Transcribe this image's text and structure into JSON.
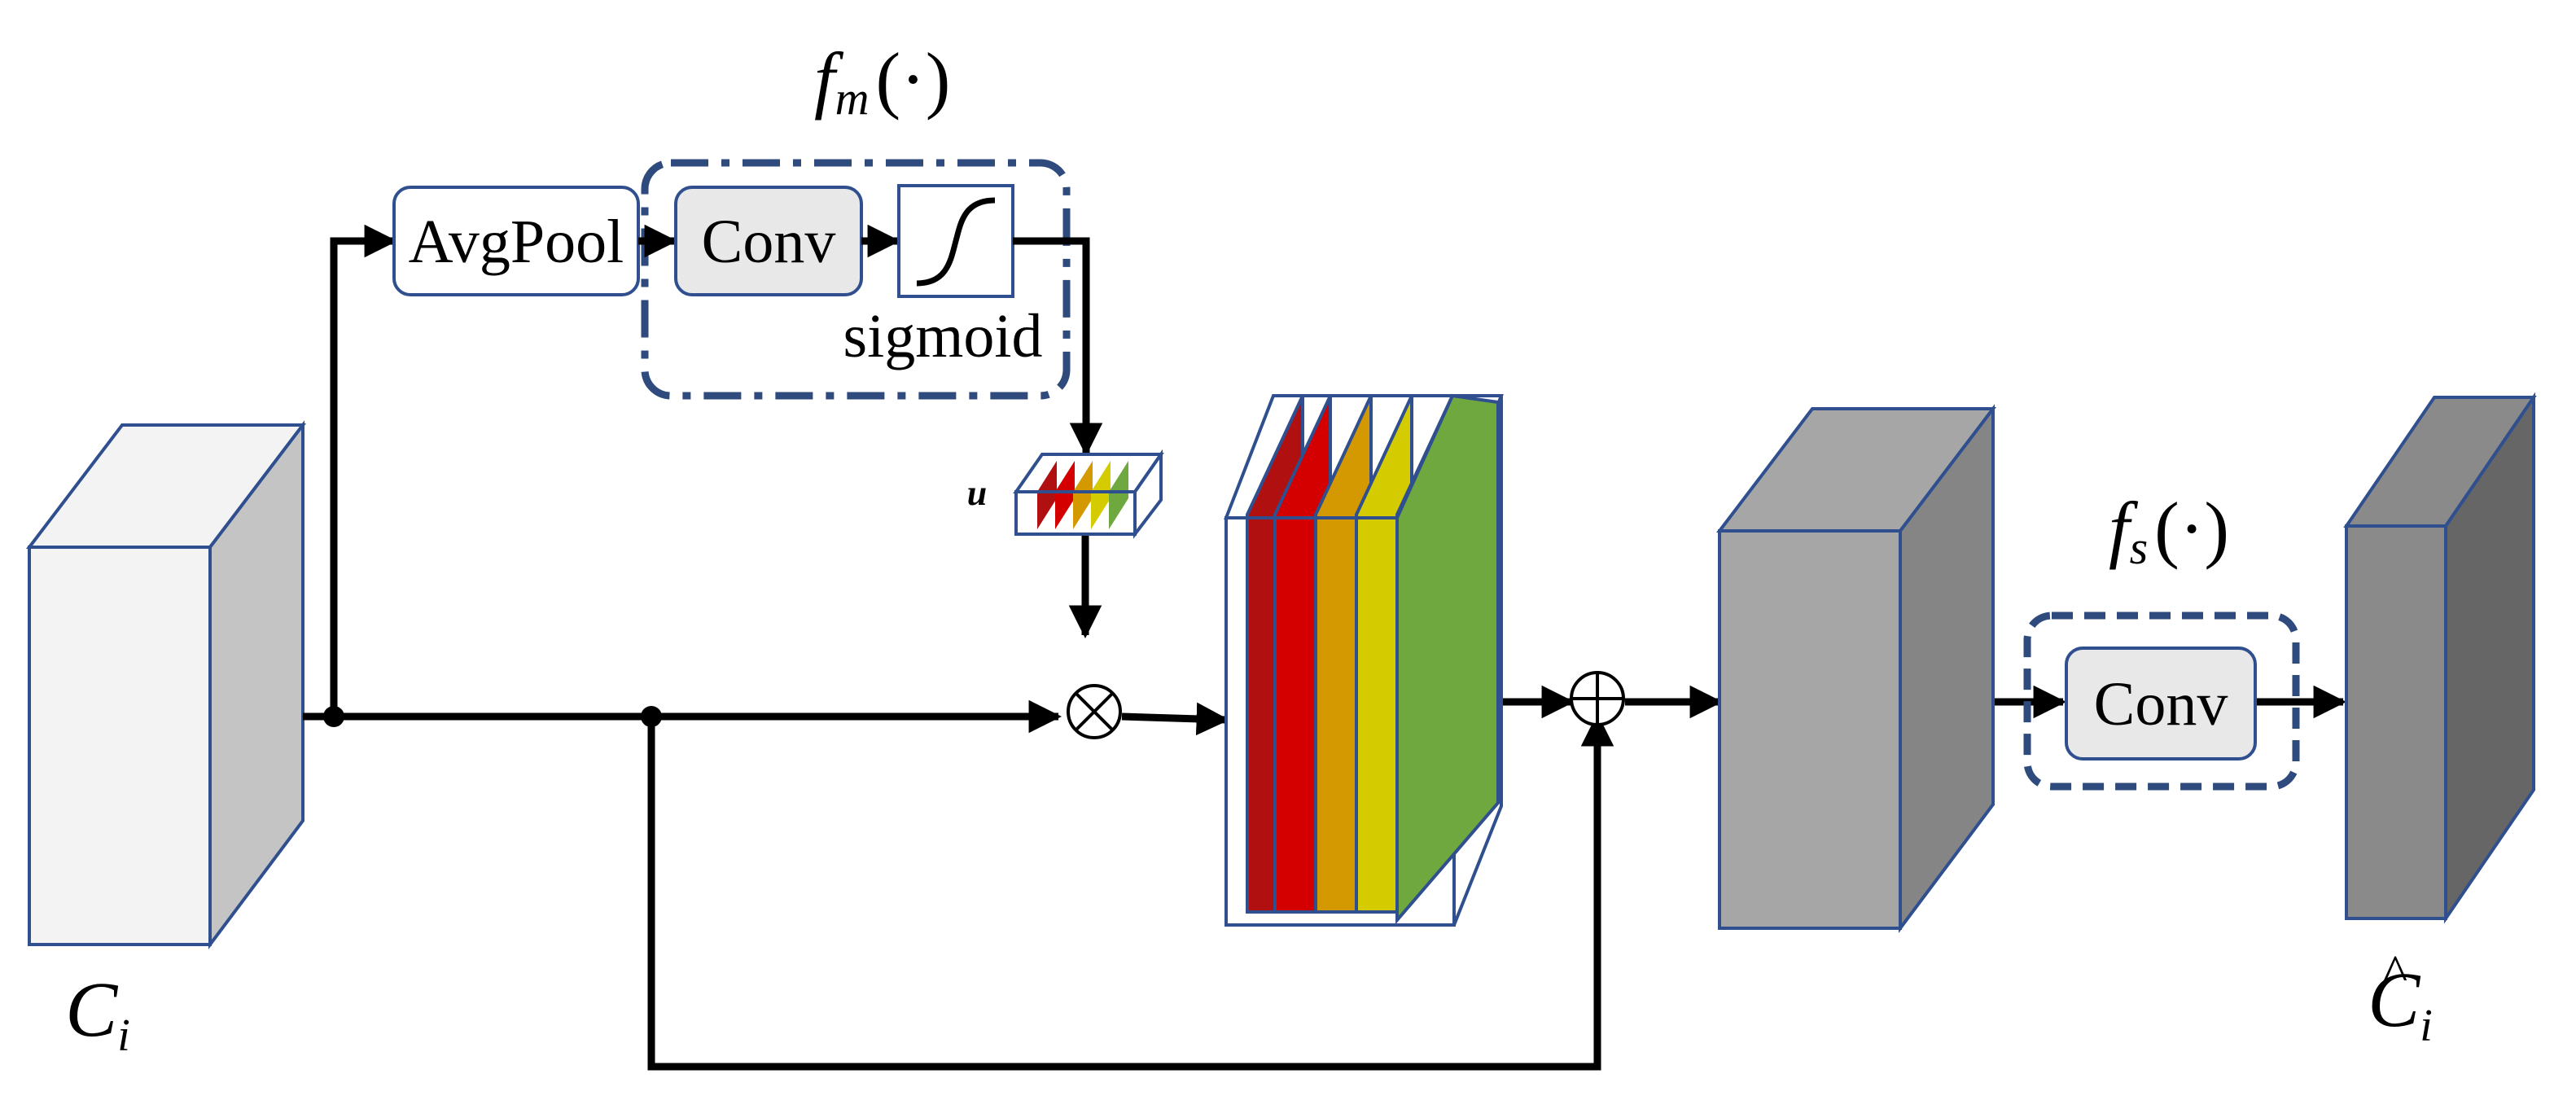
{
  "labels": {
    "fm_f": "f",
    "fm_sub": "m",
    "fm_arg": "(·)",
    "fs_f": "f",
    "fs_sub": "s",
    "fs_arg": "(·)",
    "avgpool": "AvgPool",
    "conv_top": "Conv",
    "sigmoid": "sigmoid",
    "conv_right": "Conv",
    "u": "u",
    "ci_main": "C",
    "ci_sub": "i",
    "chat_main": "C",
    "chat_hat": "^",
    "chat_sub": "i"
  },
  "colors": {
    "box_border": "#2f4f8f",
    "dashed_group": "#2f4a7c",
    "conv_fill": "#e8e8e8",
    "input_front": "#f3f3f3",
    "input_side": "#c4c4c4",
    "mid_front": "#a6a6a6",
    "mid_side": "#858585",
    "out_front": "#8a8a8a",
    "out_side": "#666666",
    "slice_dark_red": "#b01010",
    "slice_red": "#d40000",
    "slice_orange": "#d49800",
    "slice_yellow": "#d4cc00",
    "slice_green": "#70a840"
  }
}
